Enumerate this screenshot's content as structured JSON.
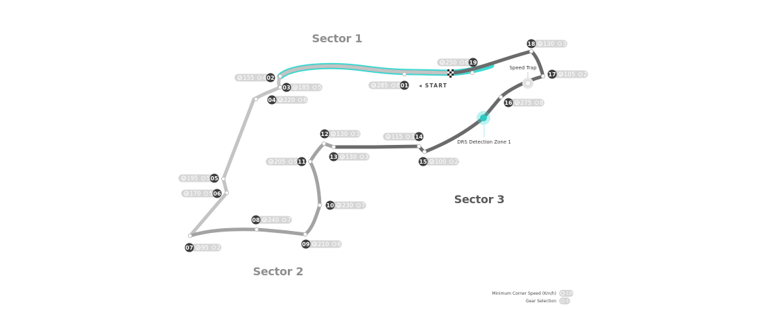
{
  "sectors": [
    {
      "label": "Sector 1",
      "shade": "light"
    },
    {
      "label": "Sector 2",
      "shade": "light"
    },
    {
      "label": "Sector 3",
      "shade": "dark"
    }
  ],
  "start_label": "◂ START",
  "speed_trap_label": "Speed Trap",
  "drs_label": "DRS Detection Zone 1",
  "legend": {
    "speed_label": "Minimum Corner Speed (Km/h)",
    "speed_sample": "135",
    "gear_label": "Gear Selection",
    "gear_sample": "3"
  },
  "colors": {
    "sector1": "#c4c4c4",
    "sector2": "#a3a3a3",
    "sector3": "#6b6b6b",
    "drs_highlight": "#3fd9d3",
    "badge_dark": "#3d3d3d",
    "pill_bg": "#d6d6d6"
  },
  "corners": [
    {
      "number": "01",
      "speed": "285",
      "gear": "8"
    },
    {
      "number": "02",
      "speed": "155",
      "gear": "4"
    },
    {
      "number": "03",
      "speed": "185",
      "gear": "5"
    },
    {
      "number": "04",
      "speed": "220",
      "gear": "6"
    },
    {
      "number": "05",
      "speed": "195",
      "gear": "5"
    },
    {
      "number": "06",
      "speed": "170",
      "gear": "5"
    },
    {
      "number": "07",
      "speed": "95",
      "gear": "2"
    },
    {
      "number": "08",
      "speed": "240",
      "gear": "7"
    },
    {
      "number": "09",
      "speed": "210",
      "gear": "6"
    },
    {
      "number": "10",
      "speed": "230",
      "gear": "7"
    },
    {
      "number": "11",
      "speed": "205",
      "gear": "5"
    },
    {
      "number": "12",
      "speed": "130",
      "gear": "3"
    },
    {
      "number": "13",
      "speed": "130",
      "gear": "3"
    },
    {
      "number": "14",
      "speed": "115",
      "gear": "3"
    },
    {
      "number": "15",
      "speed": "100",
      "gear": "2"
    },
    {
      "number": "16",
      "speed": "275",
      "gear": "8"
    },
    {
      "number": "17",
      "speed": "105",
      "gear": "2"
    },
    {
      "number": "18",
      "speed": "130",
      "gear": "3"
    },
    {
      "number": "19",
      "speed": "250",
      "gear": "6"
    }
  ]
}
